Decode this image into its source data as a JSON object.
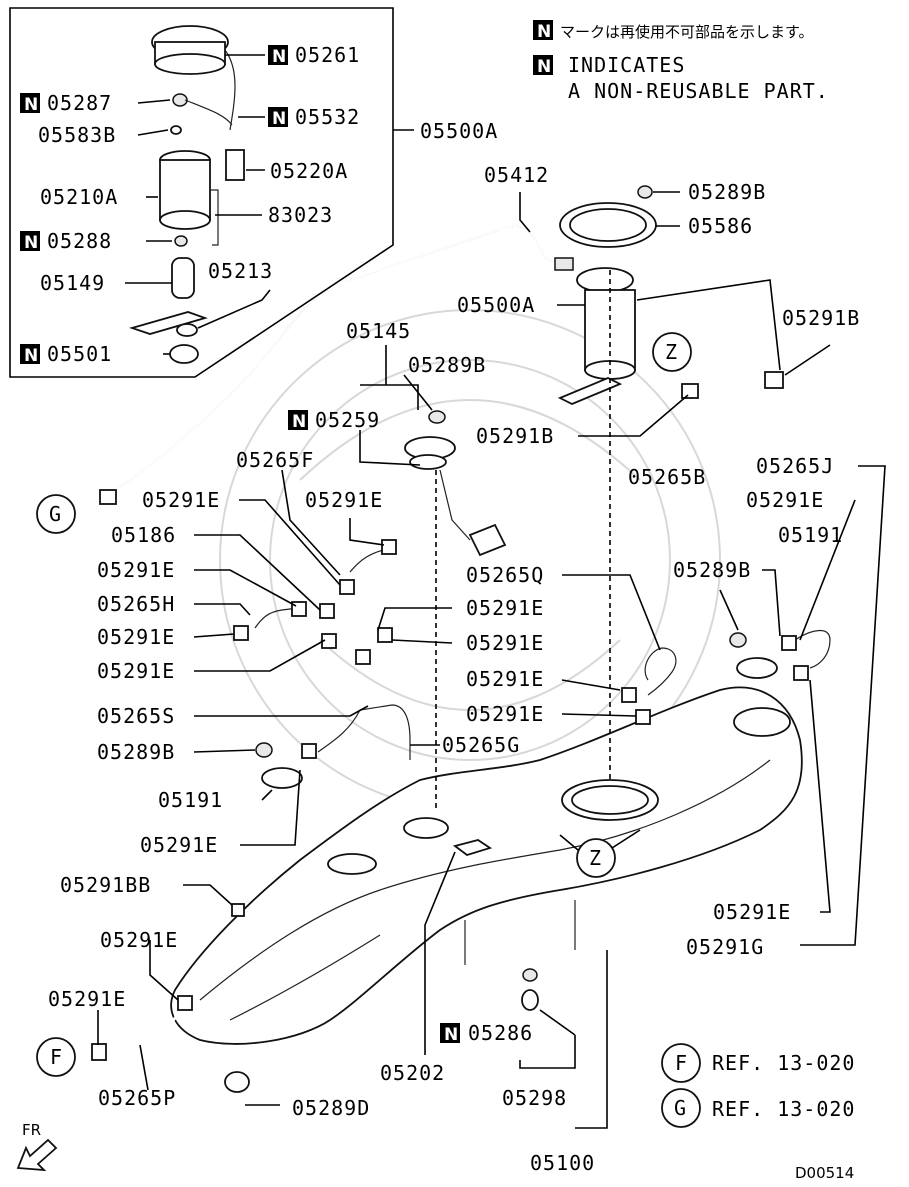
{
  "legend": {
    "jp_text": "マークは再使用不可部品を示します。",
    "en_line1": "INDICATES",
    "en_line2": "A NON-REUSABLE PART.",
    "badge_letter": "N"
  },
  "parts": {
    "p05261": "05261",
    "p05287": "05287",
    "p05532": "05532",
    "p05583B": "05583B",
    "p05500A_box": "05500A",
    "p05220A": "05220A",
    "p05210A": "05210A",
    "p83023": "83023",
    "p05288": "05288",
    "p05149": "05149",
    "p05213": "05213",
    "p05501": "05501",
    "p05412": "05412",
    "p05289B_top": "05289B",
    "p05586": "05586",
    "p05500A": "05500A",
    "p05291B_right": "05291B",
    "p05145": "05145",
    "p05289B_mid": "05289B",
    "p05259": "05259",
    "p05291B_mid": "05291B",
    "p05265F": "05265F",
    "p05265B": "05265B",
    "p05265J": "05265J",
    "p05291E_a": "05291E",
    "p05291E_b": "05291E",
    "p05291E_r1": "05291E",
    "p05186": "05186",
    "p05191_r": "05191",
    "p05291E_c": "05291E",
    "p05265Q": "05265Q",
    "p05289B_r": "05289B",
    "p05265H": "05265H",
    "p05291E_d": "05291E",
    "p05291E_e": "05291E",
    "p05291E_f": "05291E",
    "p05291E_g": "05291E",
    "p05291E_h": "05291E",
    "p05291E_i": "05291E",
    "p05265S": "05265S",
    "p05289B_l": "05289B",
    "p05265G": "05265G",
    "p05191_l": "05191",
    "p05291E_j": "05291E",
    "p05291BB": "05291BB",
    "p05291E_k": "05291E",
    "p05291E_r2": "05291E",
    "p05291G": "05291G",
    "p05291E_l": "05291E",
    "p05286": "05286",
    "p05202": "05202",
    "p05265P": "05265P",
    "p05298": "05298",
    "p05289D": "05289D",
    "p05100": "05100"
  },
  "refs": {
    "G_letter": "G",
    "F_letter": "F",
    "Z_letter": "Z",
    "F_ref": "REF. 13-020",
    "G_ref": "REF. 13-020"
  },
  "fr_label": "FR",
  "diagram_code": "D00514"
}
